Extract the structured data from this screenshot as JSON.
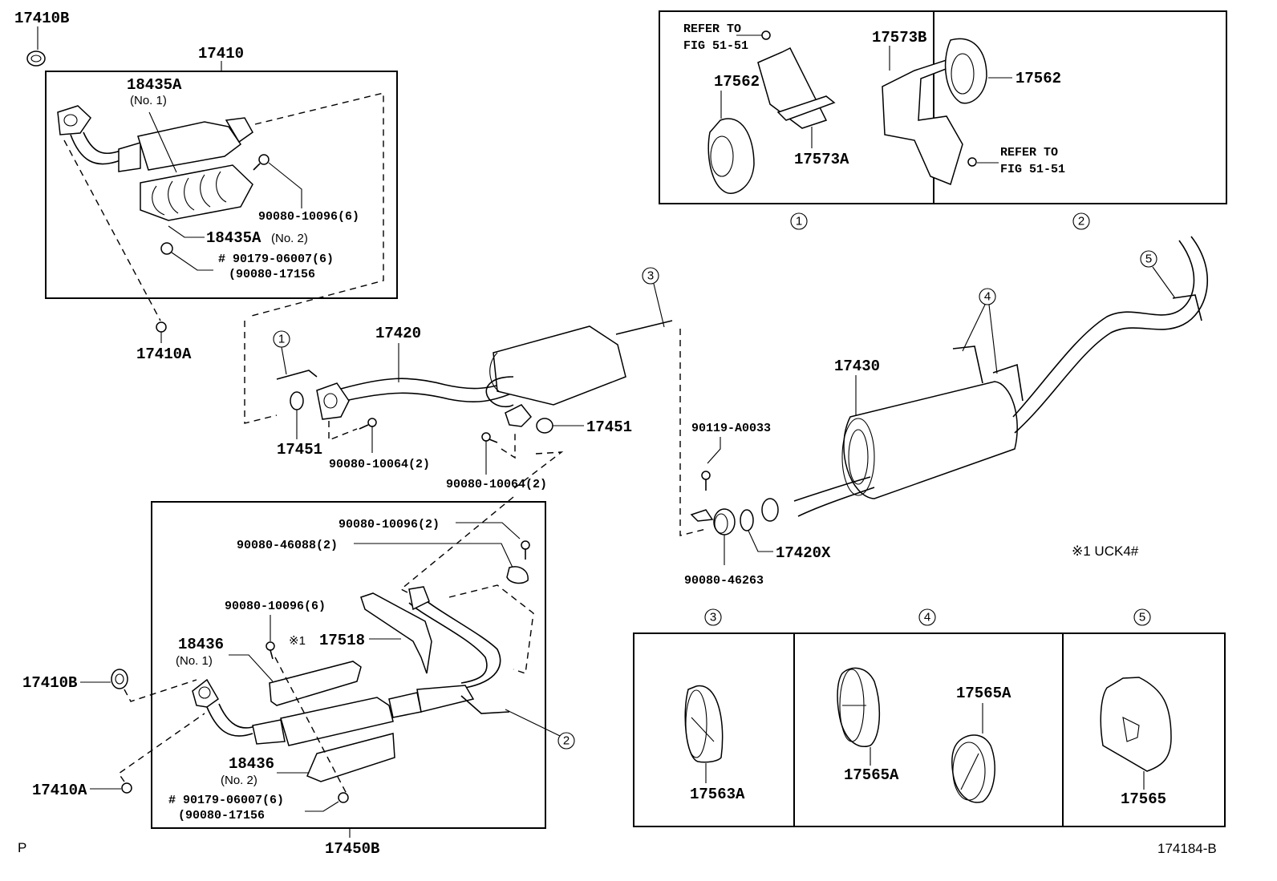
{
  "diagram": {
    "figure_code": "174184-B",
    "corner_mark": "P",
    "note": "※1 UCK4#",
    "callouts": [
      "1",
      "2",
      "3",
      "4",
      "5"
    ],
    "top_left_assembly": {
      "part": "17410",
      "gasket_top": "17410B",
      "nut_bottom": "17410A",
      "heat_insulator_1": "18435A",
      "heat_insulator_1_sub": "(No. 1)",
      "heat_insulator_2": "18435A",
      "heat_insulator_2_sub": "(No. 2)",
      "bolt": "90080-10096(6)",
      "nut_line1": "# 90179-06007(6)",
      "nut_line2": "(90080-17156"
    },
    "center_pipe": {
      "part": "17420",
      "gasket_left": "17451",
      "gasket_right": "17451",
      "bolt_left": "90080-10064(2)",
      "bolt_right": "90080-10064(2)"
    },
    "detail_1": {
      "callout": "1",
      "refer_line1": "REFER TO",
      "refer_line2": "FIG 51-51",
      "cushion": "17562",
      "bracket": "17573A"
    },
    "detail_2": {
      "callout": "2",
      "bracket": "17573B",
      "cushion": "17562",
      "refer_line1": "REFER TO",
      "refer_line2": "FIG 51-51"
    },
    "tail_pipe": {
      "part": "17430",
      "bolt": "90119-A0033",
      "spring_bolt": "90080-46263",
      "gasket": "17420X"
    },
    "bottom_left_assembly": {
      "part": "17450B",
      "gasket": "17410B",
      "nut": "17410A",
      "bolt_top": "90080-10096(2)",
      "spring": "90080-46088(2)",
      "bolt_mid": "90080-10096(6)",
      "insulator_note": "※1",
      "insulator": "17518",
      "heat_insulator_1": "18436",
      "heat_insulator_1_sub": "(No. 1)",
      "heat_insulator_2": "18436",
      "heat_insulator_2_sub": "(No. 2)",
      "nut_line1": "# 90179-06007(6)",
      "nut_line2": "(90080-17156"
    },
    "detail_3": {
      "callout": "3",
      "cushion": "17563A"
    },
    "detail_4": {
      "callout": "4",
      "cushion_a": "17565A",
      "cushion_b": "17565A"
    },
    "detail_5": {
      "callout": "5",
      "cushion": "17565"
    }
  }
}
